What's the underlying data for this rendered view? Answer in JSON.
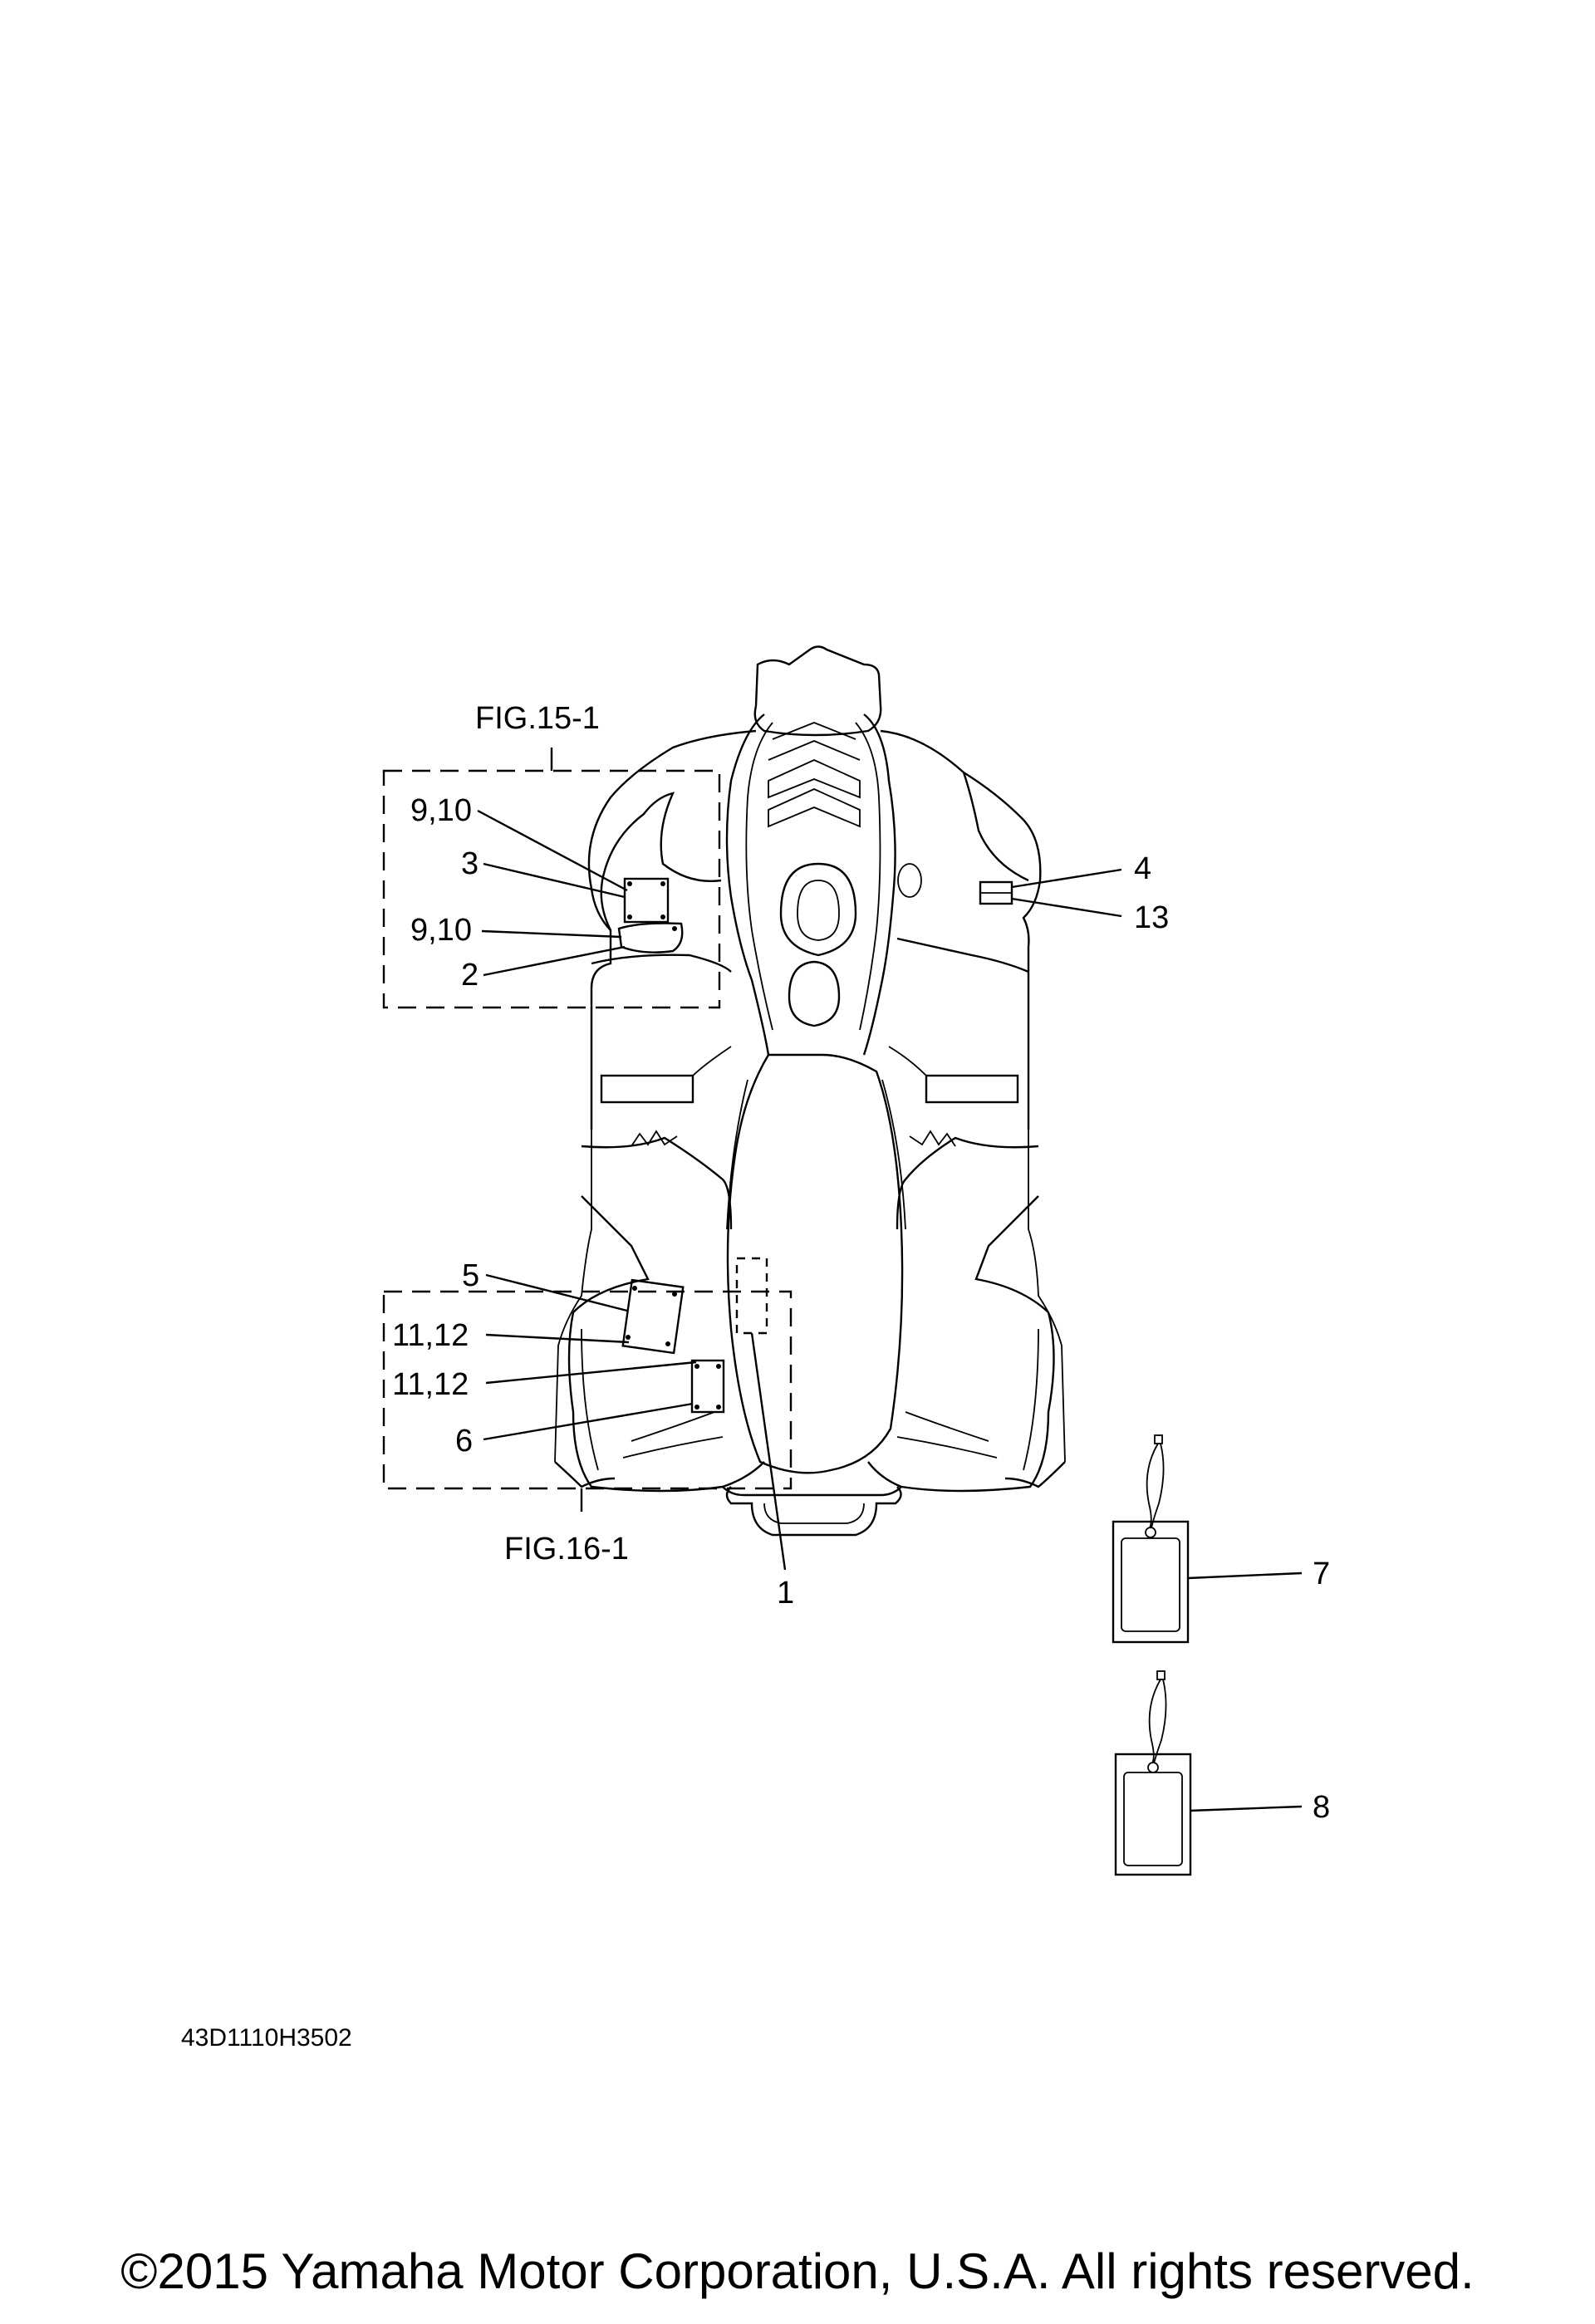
{
  "figures": {
    "fig15": "FIG.15-1",
    "fig16": "FIG.16-1"
  },
  "callouts": {
    "c1": "1",
    "c2": "2",
    "c3": "3",
    "c4": "4",
    "c5": "5",
    "c6": "6",
    "c7": "7",
    "c8": "8",
    "c9_10_a": "9,10",
    "c9_10_b": "9,10",
    "c11_12_a": "11,12",
    "c11_12_b": "11,12",
    "c13": "13"
  },
  "diagram_code": "43D1110H3502",
  "copyright": "©2015 Yamaha Motor Corporation, U.S.A. All rights reserved."
}
